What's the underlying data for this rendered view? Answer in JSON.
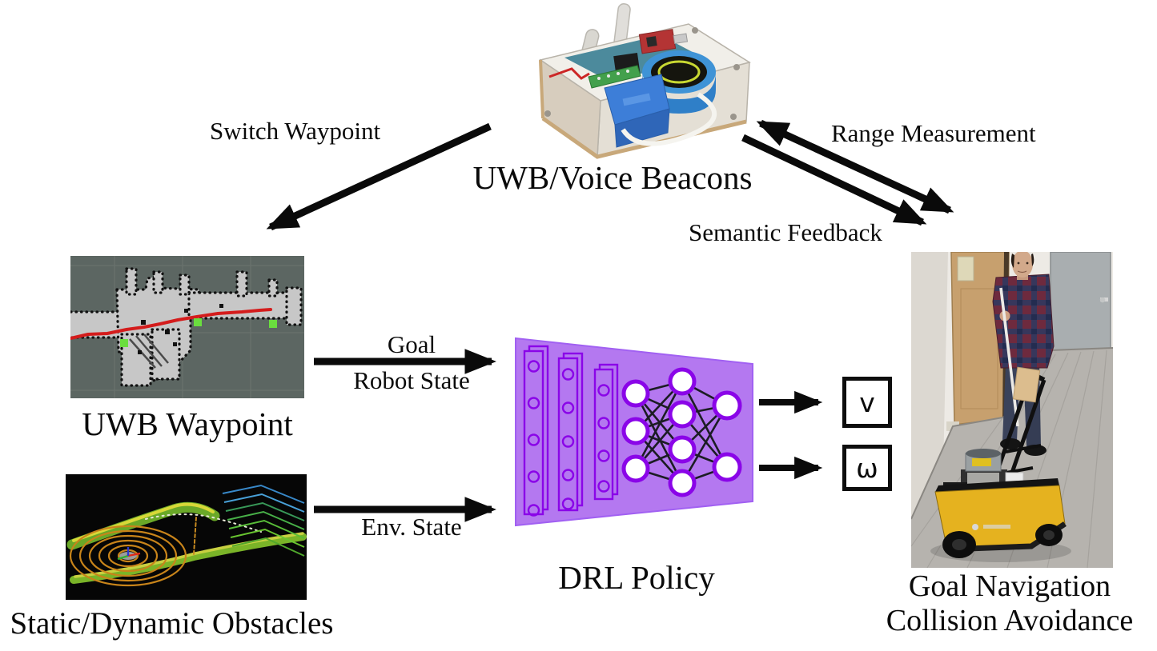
{
  "figure": {
    "type": "robot-navigation-system-architecture",
    "nodes": {
      "beacon": {
        "label": "UWB/Voice Beacons"
      },
      "uwb_waypoint": {
        "label": "UWB Waypoint"
      },
      "obstacles": {
        "label": "Static/Dynamic Obstacles"
      },
      "policy": {
        "label": "DRL Policy"
      },
      "robot": {
        "label_line1": "Goal Navigation",
        "label_line2": "Collision Avoidance"
      }
    },
    "edges": {
      "switch_waypoint": "Switch Waypoint",
      "range_measurement": "Range Measurement",
      "semantic_feedback": "Semantic Feedback",
      "goal": "Goal",
      "robot_state": "Robot State",
      "env_state": "Env. State"
    },
    "outputs": {
      "linear_velocity": "v",
      "angular_velocity": "ω"
    },
    "images": {
      "beacon": "beacon-device-photo",
      "uwb_waypoint": "occupancy-grid-map",
      "obstacles": "lidar-pointcloud",
      "robot": "guided-robot-hallway-photo"
    },
    "colors": {
      "arrow": "#0a0a0a",
      "policy_fill": "#b478f0",
      "policy_stroke": "#8a05e8",
      "map_background": "#5c6662",
      "map_free_space": "#c7c7c7",
      "map_path_red": "#d41c1c",
      "waypoint_green": "#6ade3e",
      "lidar_ring_orange": "#c8841a",
      "pointcloud_green": "#7ab428",
      "robot_yellow": "#e5b21f"
    }
  }
}
